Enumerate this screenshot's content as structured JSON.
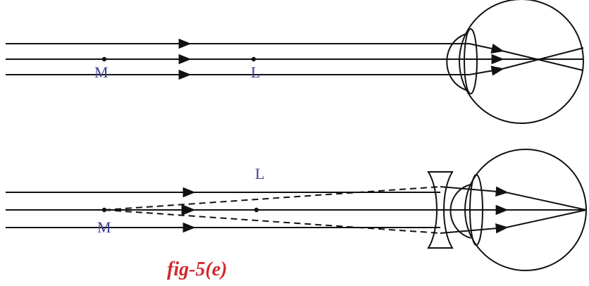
{
  "figure": {
    "caption": "fig-5(e)",
    "caption_color": "#d0282e",
    "label_color": "#3a3f8f"
  },
  "top_panel": {
    "description": "myopic eye: parallel rays focus in front of the retina",
    "point_labels": {
      "M": "M",
      "L": "L"
    }
  },
  "bottom_panel": {
    "description": "myopia corrected with concave lens",
    "point_labels": {
      "L": "L",
      "M": "M"
    }
  }
}
